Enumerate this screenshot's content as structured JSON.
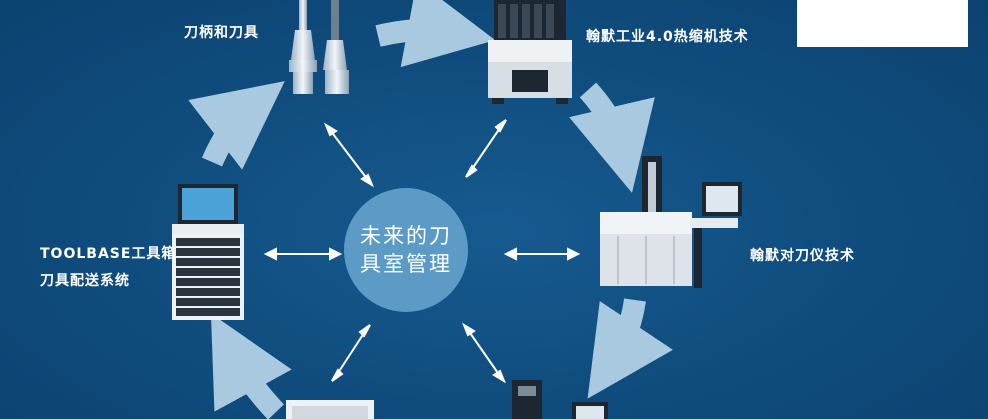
{
  "center": {
    "line1": "未来的刀",
    "line2": "具室管理"
  },
  "labels": {
    "tool_holder": "刀柄和刀具",
    "shrink_fit": "翰默工业4.0热缩机技术",
    "presetter": "翰默对刀仪技术",
    "toolbase_line1": "TOOLBASE工具箱",
    "toolbase_line2": "刀具配送系统"
  },
  "colors": {
    "background": "#0f4c7d",
    "center_circle": "#5b9bc6",
    "flow_arrow": "#a9c9e0",
    "text": "#ffffff"
  }
}
